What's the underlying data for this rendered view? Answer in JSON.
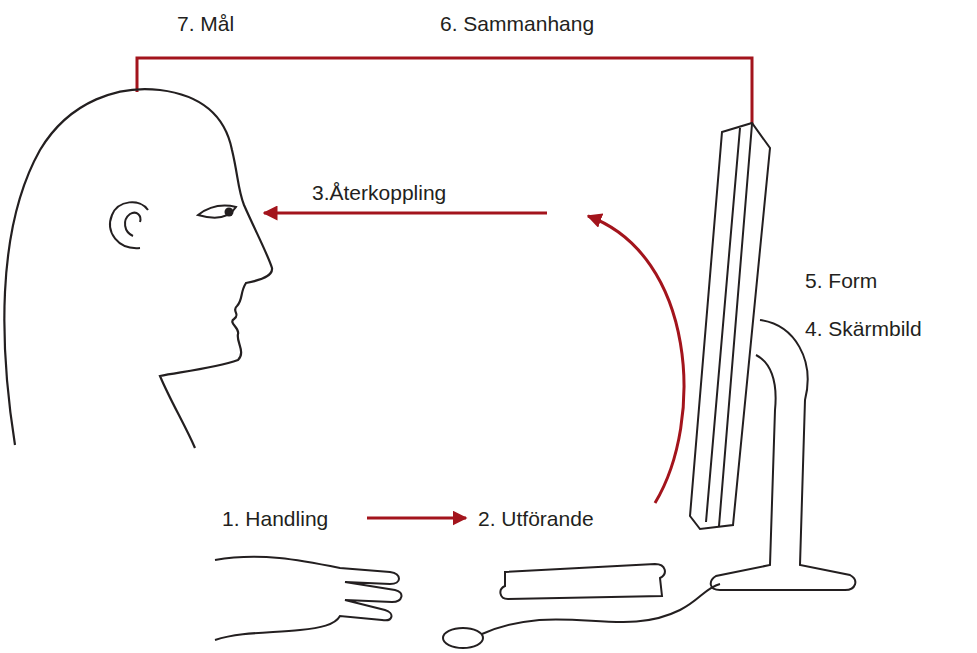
{
  "diagram": {
    "labels": [
      "7. Mål",
      "6. Sammanhang",
      "3.Återkoppling",
      "5. Form",
      "4. Skärmbild",
      "1. Handling",
      "2. Utförande"
    ]
  }
}
